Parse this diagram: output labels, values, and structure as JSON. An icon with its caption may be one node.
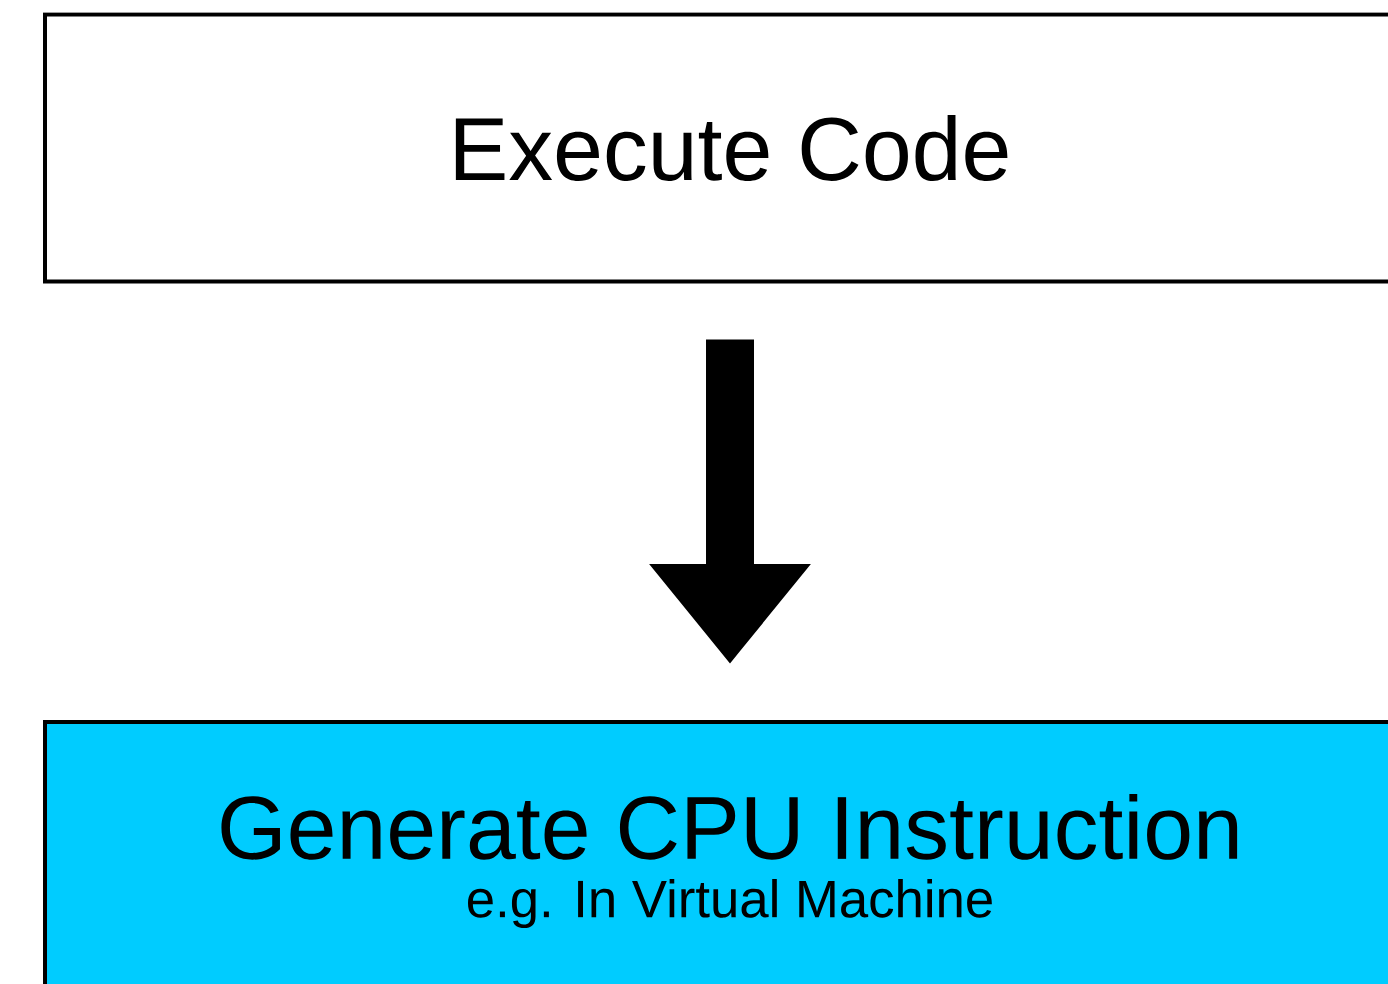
{
  "diagram": {
    "nodes": [
      {
        "text": [
          "Execute Code"
        ]
      },
      {
        "text": [
          "Generate CPU Instruction",
          "e.g. In Virtual Machine"
        ]
      }
    ],
    "edges": [
      {
        "from": 0,
        "to": 1,
        "arrow": "to"
      }
    ]
  }
}
